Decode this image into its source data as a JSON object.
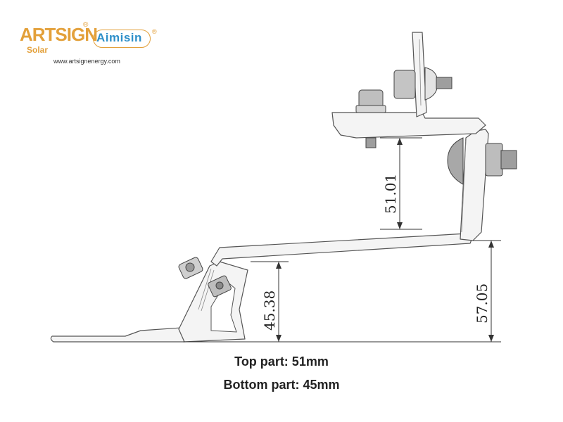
{
  "branding": {
    "artsign": "ARTSIGN",
    "artsign_reg": "®",
    "solar": "Solar",
    "aimisin": "Aimisin",
    "aimisin_reg": "®",
    "website": "www.artsignenergy.com"
  },
  "dimensions": {
    "top": "51.01",
    "bottom_left": "45.38",
    "right": "57.05"
  },
  "captions": {
    "top_part": "Top part: 51mm",
    "bottom_part": "Bottom part: 45mm"
  },
  "colors": {
    "brand_orange": "#e3a03a",
    "brand_blue": "#2e8fc9",
    "outline": "#555555",
    "metal_fill": "#f4f4f4"
  }
}
